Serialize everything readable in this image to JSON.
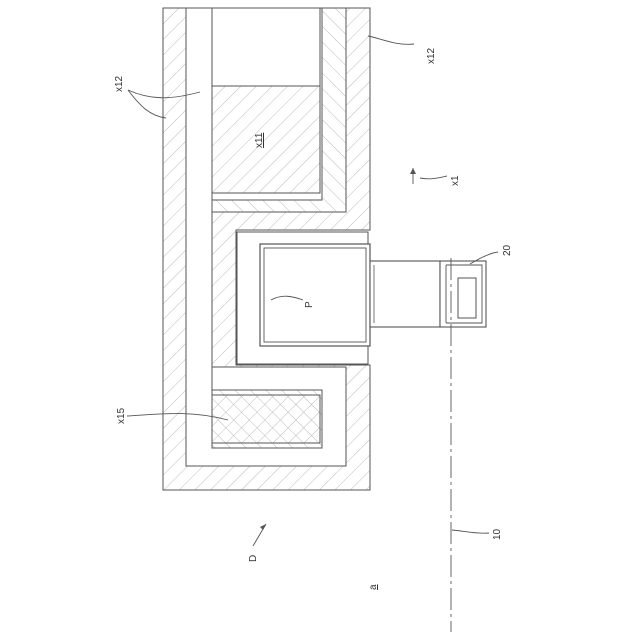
{
  "figure": {
    "labels": {
      "x12_left": "x12",
      "x12_right": "x12",
      "x11": "x11",
      "x1": "x1",
      "p": "P",
      "x15": "x15",
      "ref_20": "20",
      "ref_10": "10",
      "d": "D",
      "a": "a"
    }
  },
  "colors": {
    "line": "#555555",
    "hatch": "#b8b8b8",
    "background": "#ffffff"
  }
}
